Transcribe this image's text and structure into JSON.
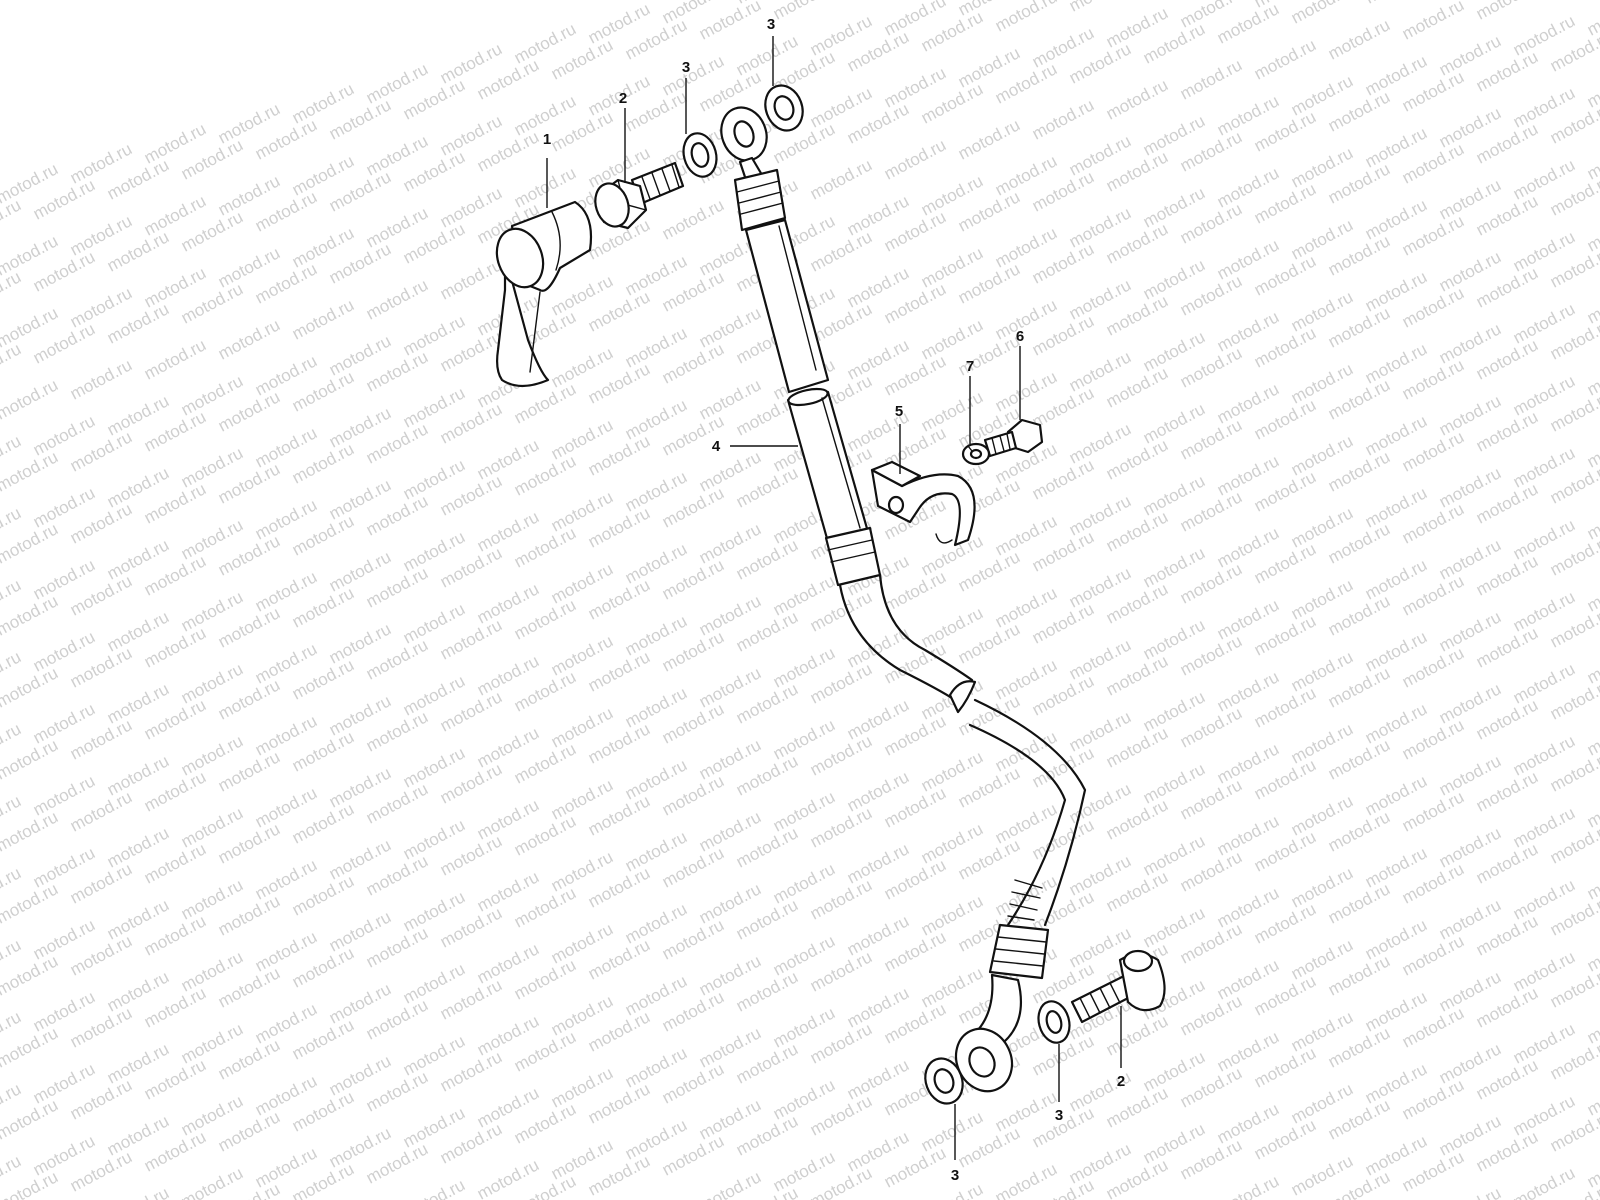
{
  "watermark": "motod.ru",
  "callouts": {
    "c1": "1",
    "c2_top": "2",
    "c3_a": "3",
    "c3_b": "3",
    "c4": "4",
    "c5": "5",
    "c6": "6",
    "c7": "7",
    "c3_c": "3",
    "c3_d": "3",
    "c2_bottom": "2"
  },
  "colors": {
    "ink": "#111111",
    "paper": "#ffffff",
    "watermark": "#cfcfcf"
  }
}
